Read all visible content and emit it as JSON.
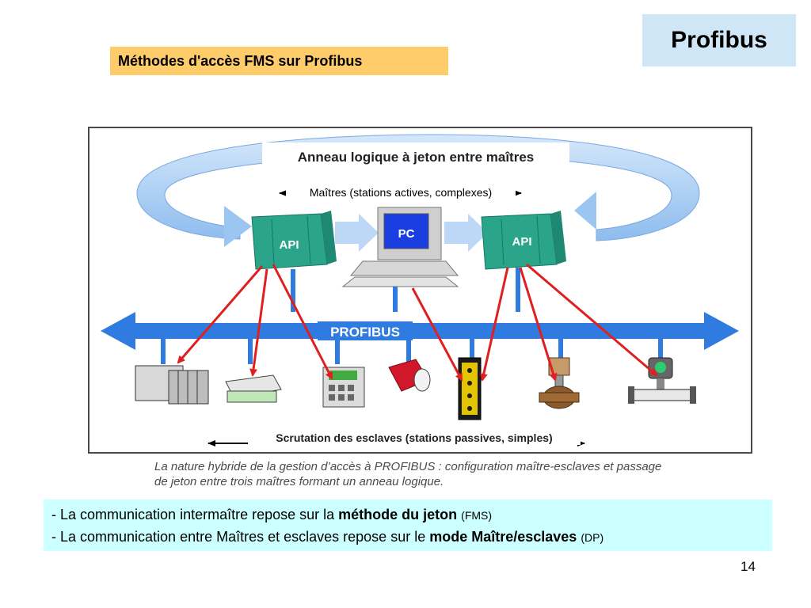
{
  "header": {
    "brand": "Profibus",
    "subtitle": "Méthodes d'accès FMS sur Profibus"
  },
  "diagram": {
    "ring_label": "Anneau logique à jeton entre maîtres",
    "masters_label": "Maîtres (stations actives, complexes)",
    "bus_label": "PROFIBUS",
    "slaves_label": "Scrutation des esclaves (stations passives, simples)",
    "master_left_label": "API",
    "pc_label": "PC",
    "master_right_label": "API",
    "caption_line1": "La nature hybride de la gestion d’accès à PROFIBUS : configuration maître-esclaves et passage",
    "caption_line2": "de jeton entre trois maîtres formant un anneau logique."
  },
  "notes": {
    "line1_prefix": "- La communication intermaître repose sur la ",
    "line1_bold": "méthode du jeton",
    "line1_suffix": "(FMS)",
    "line2_prefix": "- La communication entre Maîtres et esclaves repose sur le ",
    "line2_bold": "mode Maître/esclaves",
    "line2_suffix": "(DP)"
  },
  "page_number": "14",
  "colors": {
    "ring": "#9cc6f2",
    "bus": "#2f7be0",
    "arrow": "#e02020",
    "api": "#2aa58a",
    "brand_bg": "#cfe6f7",
    "subtitle_bg": "#ffcc6b",
    "note_bg": "#ccffff"
  }
}
